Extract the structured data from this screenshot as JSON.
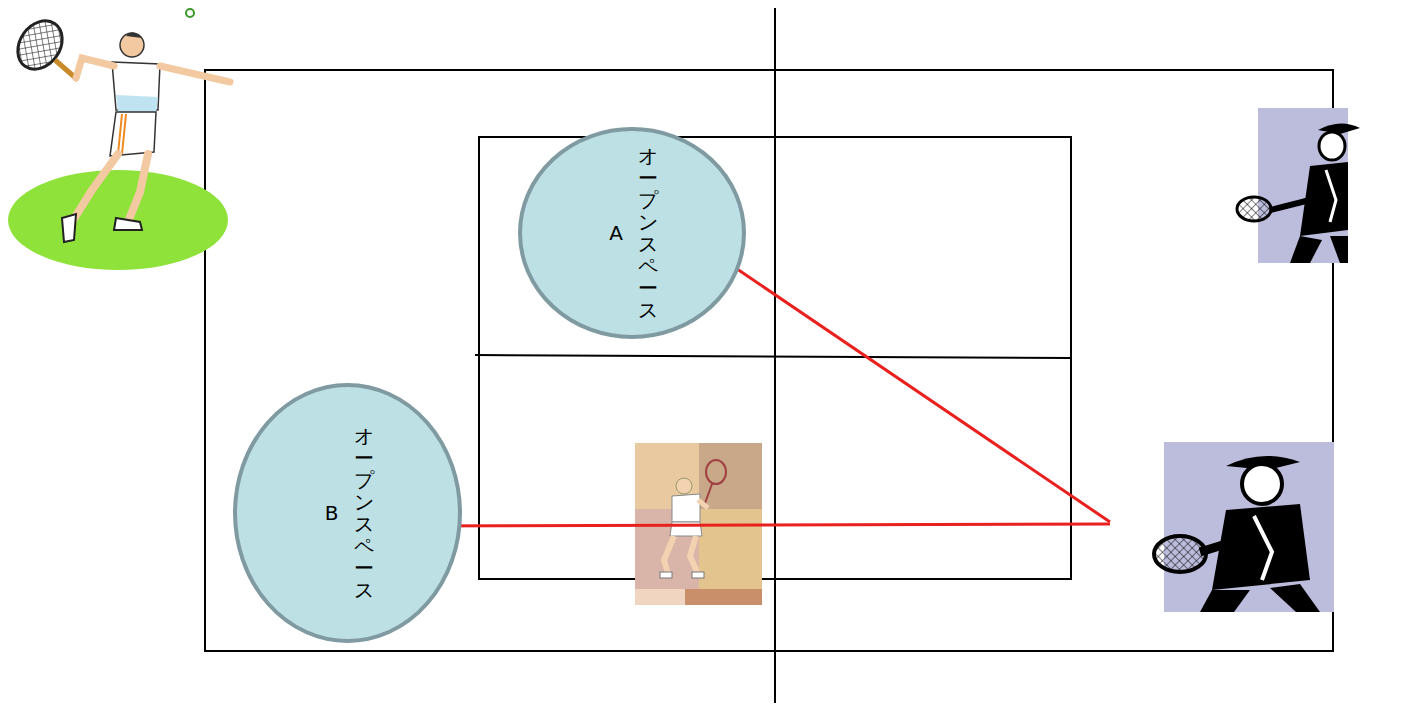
{
  "diagram": {
    "nodes": [
      {
        "text": [
          "オープンスペース",
          "A"
        ]
      },
      {
        "text": [
          "オープンスペース",
          "B"
        ]
      }
    ]
  }
}
